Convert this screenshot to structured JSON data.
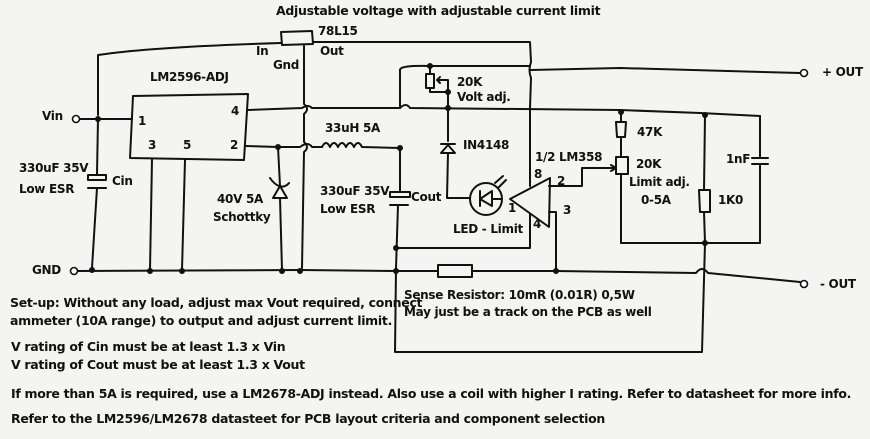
{
  "title": "Adjustable voltage with adjustable current limit",
  "terminals": {
    "vin": "Vin",
    "gnd": "GND",
    "plus_out": "+ OUT",
    "minus_out": "- OUT"
  },
  "components": {
    "regulator_78l15": {
      "name": "78L15",
      "in": "In",
      "gnd": "Gnd",
      "out": "Out"
    },
    "lm2596": {
      "name": "LM2596-ADJ",
      "pins": [
        "1",
        "4",
        "3",
        "5",
        "2"
      ]
    },
    "cin": {
      "value_line1": "330uF 35V",
      "value_line2": "Low ESR",
      "name": "Cin"
    },
    "schottky": {
      "line1": "40V 5A",
      "line2": "Schottky"
    },
    "inductor": {
      "value": "33uH 5A"
    },
    "cout": {
      "value_line1": "330uF 35V",
      "value_line2": "Low ESR",
      "name": "Cout"
    },
    "volt_pot": {
      "value": "20K",
      "name": "Volt adj."
    },
    "diode": {
      "name": "IN4148"
    },
    "led": {
      "name": "LED - Limit"
    },
    "opamp": {
      "name": "1/2 LM358",
      "pins": {
        "vcc": "8",
        "inv": "2",
        "out": "1",
        "noninv": "3",
        "gnd": "4"
      }
    },
    "r47k": {
      "value": "47K"
    },
    "limit_pot": {
      "value": "20K",
      "name": "Limit adj.",
      "range": "0-5A"
    },
    "c1nf": {
      "value": "1nF"
    },
    "r1k0": {
      "value": "1K0"
    },
    "sense": {
      "line1": "Sense Resistor:  10mR (0.01R) 0,5W",
      "line2": "May just be a track on the PCB as well"
    }
  },
  "notes": [
    "Set-up: Without any load, adjust max Vout required, connect",
    "ammeter (10A range) to output and adjust current limit.",
    "V rating of Cin must be at least 1.3 x Vin",
    "V rating of Cout must be at least 1.3 x Vout",
    "If more than 5A is required, use a LM2678-ADJ instead.  Also use a coil with higher I rating. Refer to datasheet for more info.",
    "Refer to the LM2596/LM2678 datasteet for PCB layout criteria and component selection"
  ]
}
